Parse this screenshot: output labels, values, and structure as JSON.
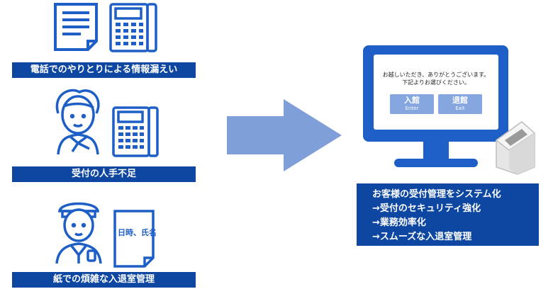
{
  "problems": {
    "phone_label": "電話でのやりとりによる情報漏えい",
    "staff_label": "受付の人手不足",
    "paper_label": "紙での煩雑な入退室管理",
    "paper_form_text": "日時、氏名"
  },
  "kiosk": {
    "greeting_line1": "お越しいただき、ありがとうございます。",
    "greeting_line2": "下記よりお選びください。",
    "enter_label": "入館",
    "enter_sub": "Enter",
    "exit_label": "退館",
    "exit_sub": "Exit"
  },
  "solution": {
    "lines": [
      "お客様の受付管理をシステム化",
      "→受付のセキュリティ強化",
      "→業務効率化",
      "→スムーズな入退室管理"
    ]
  },
  "colors": {
    "primary": "#0d47a1",
    "icon_blue": "#1d5fc7",
    "arrow": "#7f9fd8",
    "button": "#86a6e0"
  }
}
